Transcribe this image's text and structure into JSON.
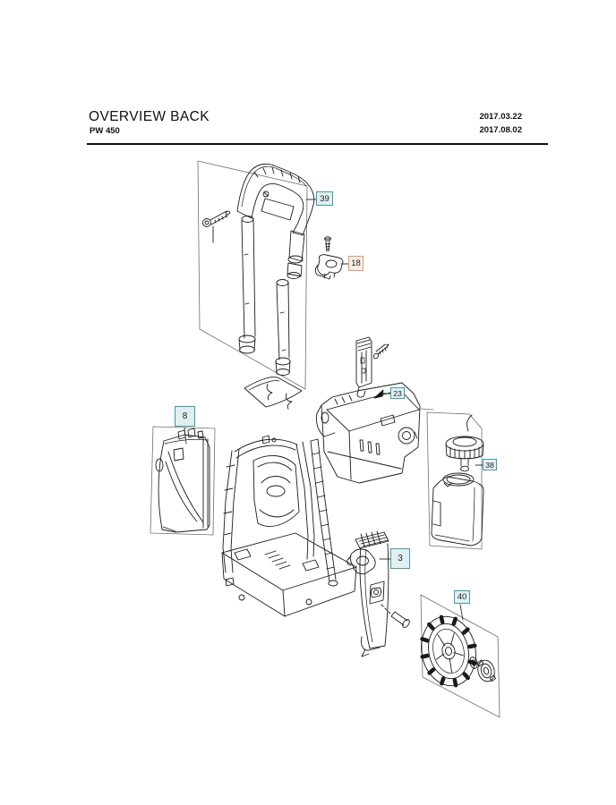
{
  "header": {
    "title": "OVERVIEW BACK",
    "model": "PW 450",
    "dates": [
      "2017.03.22",
      "2017.08.02"
    ]
  },
  "callouts": [
    {
      "number": "39",
      "highlight": "teal"
    },
    {
      "number": "18",
      "highlight": "orange"
    },
    {
      "number": "23",
      "highlight": "teal"
    },
    {
      "number": "8",
      "highlight": "teal"
    },
    {
      "number": "38",
      "highlight": "teal"
    },
    {
      "number": "3",
      "highlight": "teal"
    },
    {
      "number": "40",
      "highlight": "teal"
    }
  ],
  "colors": {
    "callout_accent_teal": "#3d9da8",
    "callout_accent_orange": "#dd9a76",
    "line_art": "#1a1a1a",
    "page_background": "#ffffff"
  }
}
